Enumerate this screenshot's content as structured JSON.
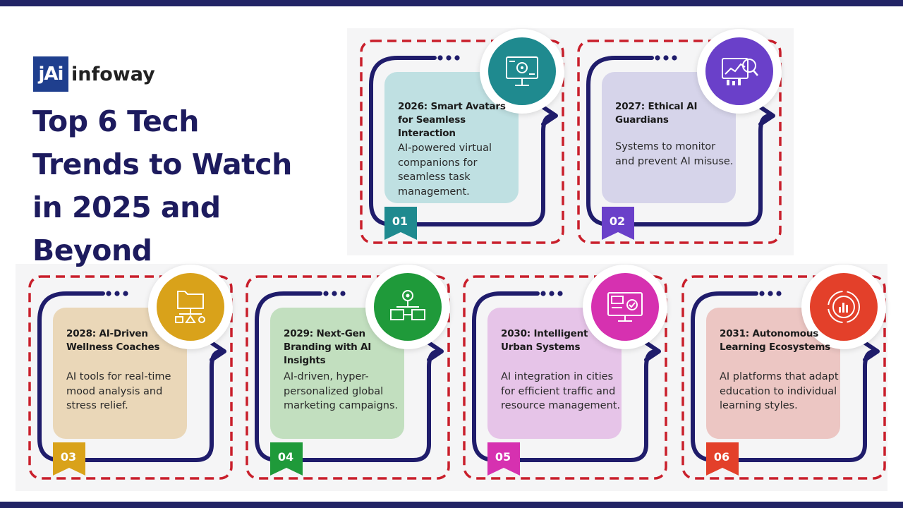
{
  "brand": {
    "logo_mark": "jAi",
    "logo_text": "infoway"
  },
  "title": "Top 6 Tech Trends to Watch in 2025 and Beyond",
  "colors": {
    "frame_dash": "#c91f2b",
    "track": "#1f1c6b",
    "heading": "#1d1b5e",
    "bars": "#222466"
  },
  "cards": [
    {
      "number": "01",
      "title": "2026: Smart Avatars for Seamless Interaction",
      "description": "AI-powered virtual companions for seamless task management.",
      "accent": "#1f8a8f",
      "tint": "#bfe0e2",
      "icon": "monitor-settings-icon"
    },
    {
      "number": "02",
      "title": "2027: Ethical AI Guardians",
      "description": "Systems to monitor and prevent AI misuse.",
      "accent": "#6a40c9",
      "tint": "#d6d4ea",
      "icon": "analytics-search-icon"
    },
    {
      "number": "03",
      "title": "2028: AI-Driven Wellness Coaches",
      "description": "AI tools for real-time mood analysis and stress relief.",
      "accent": "#d9a21a",
      "tint": "#ead7b8",
      "icon": "folder-hierarchy-icon"
    },
    {
      "number": "04",
      "title": "2029: Next-Gen Branding with AI Insights",
      "description": "AI-driven, hyper-personalized global marketing campaigns.",
      "accent": "#1f9a3a",
      "tint": "#c2dfbf",
      "icon": "gear-network-icon"
    },
    {
      "number": "05",
      "title": "2030: Intelligent Urban Systems",
      "description": "AI integration in cities for efficient traffic and resource management.",
      "accent": "#d631b0",
      "tint": "#e6c4e8",
      "icon": "monitor-check-icon"
    },
    {
      "number": "06",
      "title": "2031: Autonomous Learning Ecosystems",
      "description": "AI platforms that adapt education to individual learning styles.",
      "accent": "#e3402a",
      "tint": "#ecc6c3",
      "icon": "radial-chart-icon"
    }
  ]
}
